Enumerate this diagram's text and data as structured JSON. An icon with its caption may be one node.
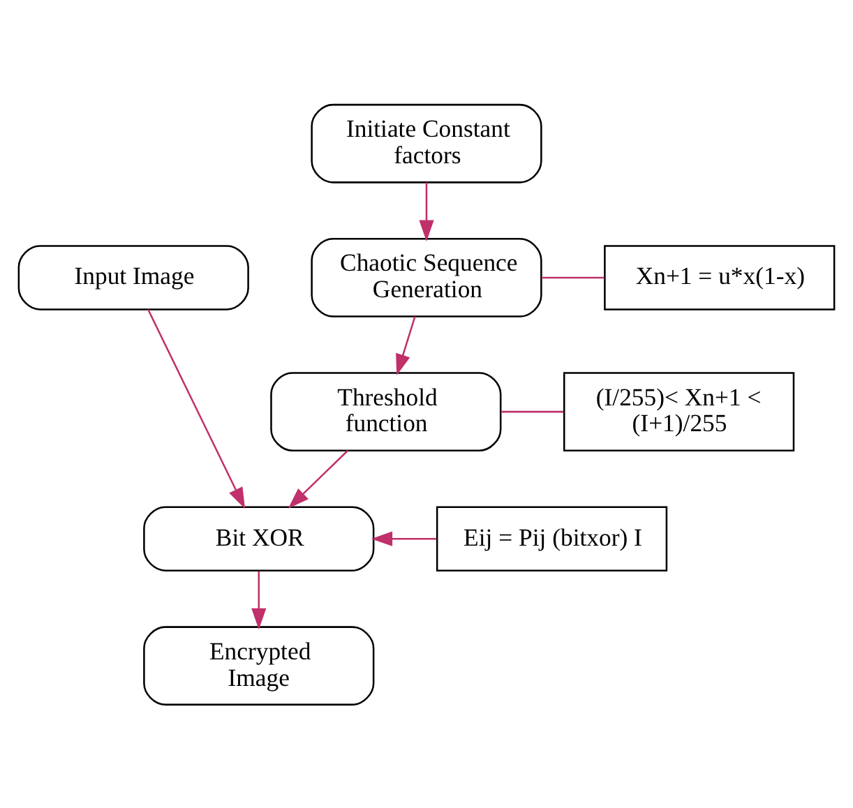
{
  "diagram": {
    "nodes": [
      {
        "text": [
          "Initiate Constant factors"
        ]
      },
      {
        "text": [
          "Chaotic Sequence Generation"
        ]
      },
      {
        "text": [
          "Xn+1 = u*x(1-x)"
        ]
      },
      {
        "text": [
          "Input Image"
        ]
      },
      {
        "text": [
          "Threshold function"
        ]
      },
      {
        "text": [
          "(I/255)< Xn+1 < (I+1)/255"
        ]
      },
      {
        "text": [
          "Bit XOR"
        ]
      },
      {
        "text": [
          "Eij = Pij (bitxor) I"
        ]
      },
      {
        "text": [
          "Encrypted Image"
        ]
      }
    ],
    "edges": [
      {
        "from": 0,
        "to": 1,
        "arrow": "to"
      },
      {
        "from": 1,
        "to": 2,
        "arrow": "none"
      },
      {
        "from": 1,
        "to": 4,
        "arrow": "to"
      },
      {
        "from": 4,
        "to": 5,
        "arrow": "none"
      },
      {
        "from": 3,
        "to": 6,
        "arrow": "to"
      },
      {
        "from": 4,
        "to": 6,
        "arrow": "to"
      },
      {
        "from": 7,
        "to": 6,
        "arrow": "to"
      },
      {
        "from": 6,
        "to": 8,
        "arrow": "to"
      }
    ]
  }
}
